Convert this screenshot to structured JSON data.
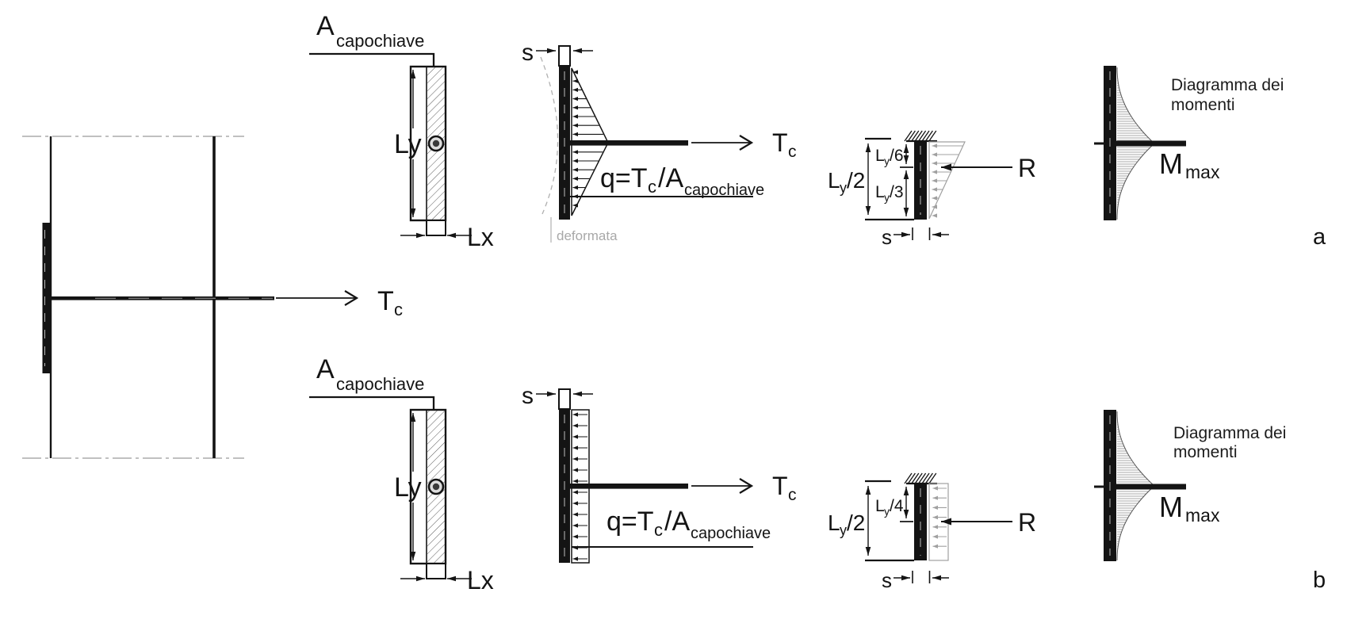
{
  "figure": {
    "panel_a": "a",
    "panel_b": "b"
  },
  "labels": {
    "area": {
      "base": "A",
      "sub": "capochiave"
    },
    "plate": {
      "height": "Ly",
      "width": "Lx",
      "thickness": "s"
    },
    "tie_force": {
      "base": "T",
      "sub": "c"
    },
    "q_formula": {
      "lead": "q=T",
      "sub1": "c",
      "mid": "/A",
      "sub2": "capochiave"
    },
    "deformata": "deformata",
    "resultant": "R",
    "m_max": {
      "base": "M",
      "sub": "max"
    },
    "moment_title": {
      "line1": "Diagramma dei",
      "line2": "momenti"
    }
  },
  "dims": {
    "ly_half": {
      "base": "L",
      "sub": "y",
      "rest": "/2"
    },
    "ly_sixth": {
      "base": "L",
      "sub": "y",
      "rest": "/6"
    },
    "ly_third": {
      "base": "L",
      "sub": "y",
      "rest": "/3"
    },
    "ly_quarter": {
      "base": "L",
      "sub": "y",
      "rest": "/4"
    }
  },
  "colors": {
    "ink": "#141414",
    "centerline_gray": "#9a9a9a",
    "load_gray": "#a0a0a0",
    "deformata_gray": "#b0b0b0",
    "moment_hatch": "#8c8c8c"
  }
}
